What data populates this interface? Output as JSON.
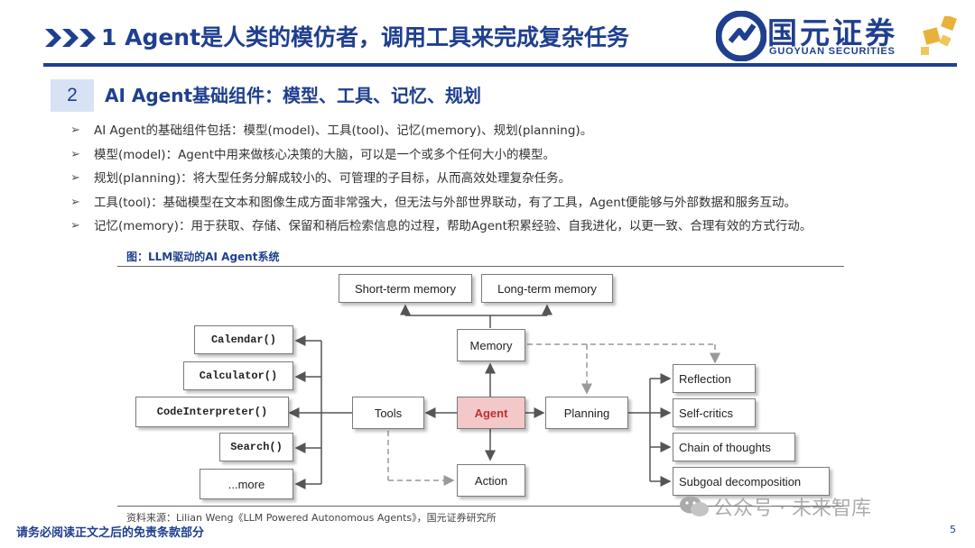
{
  "header": {
    "title": "1 Agent是人类的模仿者，调用工具来完成复杂任务",
    "logo_cn": "国元证券",
    "logo_en": "GUOYUAN SECURITIES"
  },
  "section": {
    "number": "2",
    "title": "AI Agent基础组件：模型、工具、记忆、规划"
  },
  "bullets": [
    "AI Agent的基础组件包括：模型(model)、工具(tool)、记忆(memory)、规划(planning)。",
    "模型(model)：Agent中用来做核心决策的大脑，可以是一个或多个任何大小的模型。",
    "规划(planning)：将大型任务分解成较小的、可管理的子目标，从而高效处理复杂任务。",
    "工具(tool)：基础模型在文本和图像生成方面非常强大，但无法与外部世界联动，有了工具，Agent便能够与外部数据和服务互动。",
    "记忆(memory)：用于获取、存储、保留和稍后检索信息的过程，帮助Agent积累经验、自我进化，以更一致、合理有效的方式行动。"
  ],
  "figure": {
    "title": "图：LLM驱动的AI Agent系统",
    "source": "资料来源：Lilian Weng《LLM Powered Autonomous Agents》，国元证券研究所"
  },
  "diagram": {
    "short_term_memory": "Short-term memory",
    "long_term_memory": "Long-term memory",
    "memory": "Memory",
    "agent": "Agent",
    "tools": "Tools",
    "planning": "Planning",
    "action": "Action",
    "tool_items": [
      "Calendar()",
      "Calculator()",
      "CodeInterpreter()",
      "Search()",
      "...more"
    ],
    "planning_items": [
      "Reflection",
      "Self-critics",
      "Chain of thoughts",
      "Subgoal decomposition"
    ]
  },
  "footer": {
    "disclaimer": "请务必阅读正文之后的免责条款部分",
    "page": "5",
    "watermark": "公众号 · 未来智库"
  },
  "colors": {
    "brand": "#1f3f8f",
    "agent_fill": "#f2c8c8",
    "agent_text": "#c03030"
  }
}
